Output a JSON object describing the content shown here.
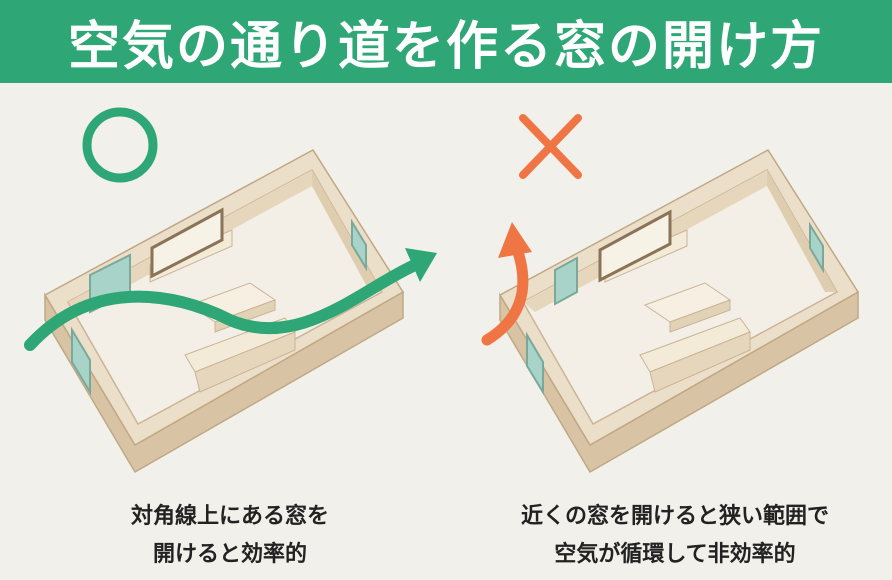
{
  "title": "空気の通り道を作る窓の開け方",
  "good": {
    "mark": "circle-good",
    "caption_line1": "対角線上にある窓を",
    "caption_line2": "開けると効率的",
    "color": "#2ea676"
  },
  "bad": {
    "mark": "cross-bad",
    "caption_line1": "近くの窓を開けると狭い範囲で",
    "caption_line2": "空気が循環して非効率的",
    "color": "#f07545"
  }
}
